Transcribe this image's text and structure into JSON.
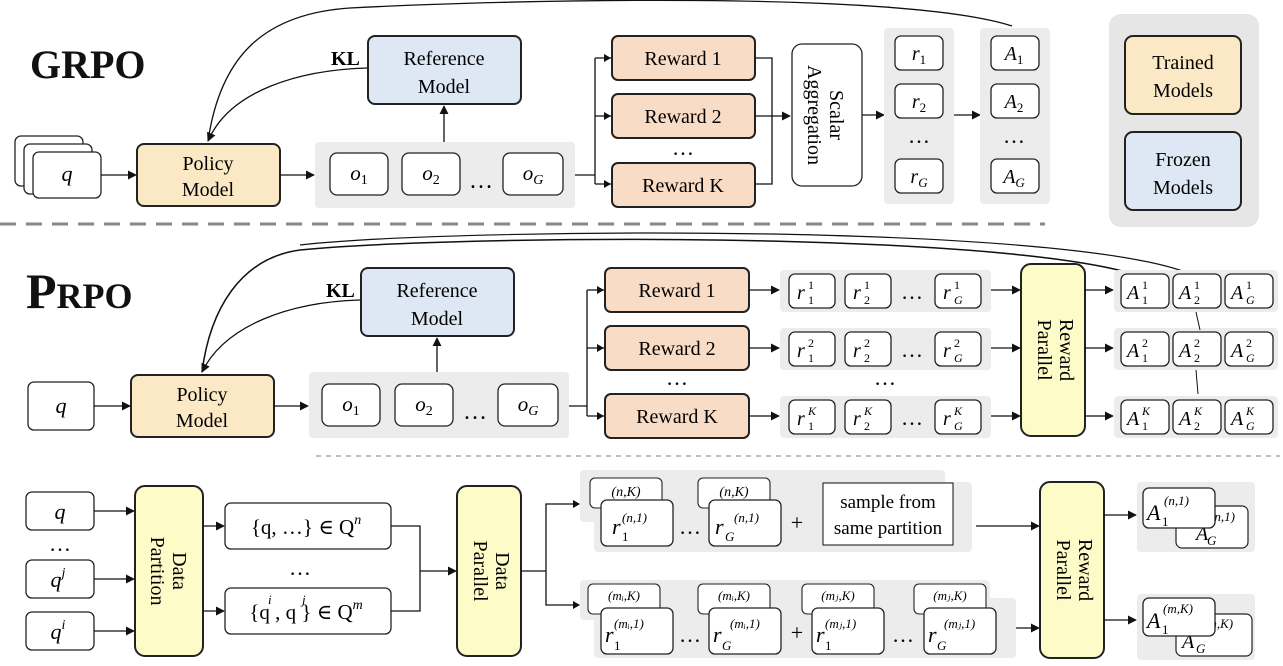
{
  "grpo": {
    "title": "GRPO",
    "kl": "KL",
    "query": "q",
    "policy": [
      "Policy",
      "Model"
    ],
    "reference": [
      "Reference",
      "Model"
    ],
    "outputs": [
      "o",
      "o",
      "…",
      "o"
    ],
    "output_subs": [
      "1",
      "2",
      "",
      "G"
    ],
    "rewards": [
      "Reward 1",
      "Reward 2",
      "Reward K"
    ],
    "reward_dots": "…",
    "scalar": [
      "Scalar",
      "Aggregation"
    ],
    "r_labels": [
      "r",
      "r",
      "…",
      "r"
    ],
    "r_subs": [
      "1",
      "2",
      "",
      "G"
    ],
    "a_labels": [
      "A",
      "A",
      "…",
      "A"
    ],
    "a_subs": [
      "1",
      "2",
      "",
      "G"
    ]
  },
  "legend": {
    "trained": [
      "Trained",
      "Models"
    ],
    "frozen": [
      "Frozen",
      "Models"
    ]
  },
  "prpo": {
    "title_big": "P",
    "title_small": "RPO",
    "kl": "KL",
    "query": "q",
    "policy": [
      "Policy",
      "Model"
    ],
    "reference": [
      "Reference",
      "Model"
    ],
    "outputs": [
      "o",
      "o",
      "…",
      "o"
    ],
    "output_subs": [
      "1",
      "2",
      "",
      "G"
    ],
    "rewards": [
      "Reward 1",
      "Reward 2",
      "Reward K"
    ],
    "reward_dots": "…",
    "row_dots": "…",
    "reward_parallel": [
      "Reward",
      "Parallel"
    ],
    "r_rows": [
      {
        "sup": "1",
        "subs": [
          "1",
          "2",
          "G"
        ]
      },
      {
        "sup": "2",
        "subs": [
          "1",
          "2",
          "G"
        ]
      },
      {
        "sup": "K",
        "subs": [
          "1",
          "2",
          "G"
        ]
      }
    ],
    "a_rows": [
      {
        "sup": "1",
        "subs": [
          "1",
          "2",
          "G"
        ]
      },
      {
        "sup": "2",
        "subs": [
          "1",
          "2",
          "G"
        ]
      },
      {
        "sup": "K",
        "subs": [
          "1",
          "2",
          "G"
        ]
      }
    ]
  },
  "data_parallel": {
    "queries": [
      "q",
      "…",
      "q",
      "q"
    ],
    "query_sups": [
      "",
      "",
      "j",
      "i"
    ],
    "data_partition": [
      "Data",
      "Partition"
    ],
    "set_n": "{q, …} ∈ Q",
    "set_n_sup": "n",
    "set_dots": "…",
    "set_m": "{q , q } ∈ Q",
    "set_m_sup": "m",
    "data_parallel": [
      "Data",
      "Parallel"
    ],
    "top_back": [
      "(n,K)",
      "(n,K)"
    ],
    "top_r": [
      "r",
      "…",
      "r",
      "+"
    ],
    "top_r_sub": [
      "1",
      "G"
    ],
    "top_r_sup": [
      "(n,1)",
      "(n,1)"
    ],
    "sample_note": [
      "sample from",
      "same partition"
    ],
    "bottom_back": [
      "(mᵢ,K)",
      "(mᵢ,K)",
      "(mⱼ,K)",
      "(mⱼ,K)"
    ],
    "bottom_r": [
      "r",
      "…",
      "r",
      "+",
      "r",
      "…",
      "r"
    ],
    "bottom_r_sub": [
      "1",
      "G",
      "1",
      "G"
    ],
    "bottom_r_sup": [
      "(mᵢ,1)",
      "(mᵢ,1)",
      "(mⱼ,1)",
      "(mⱼ,1)"
    ],
    "reward_parallel": [
      "Reward",
      "Parallel"
    ],
    "a_top": {
      "main": "A",
      "sub": "1",
      "sup": "(n,1)",
      "back_sub": "G",
      "back_sup": "(n,1)"
    },
    "a_bottom": {
      "main": "A",
      "sub": "1",
      "sup": "(m,K)",
      "back_sub": "G",
      "back_sup": "(n,K)"
    }
  },
  "colors": {
    "trained": "#fbe8c4",
    "frozen": "#dde8f4",
    "reward": "#f8dcc6",
    "parallel": "#fdfbc8",
    "panel": "#ececec",
    "legend_bg": "#e6e6e6"
  }
}
